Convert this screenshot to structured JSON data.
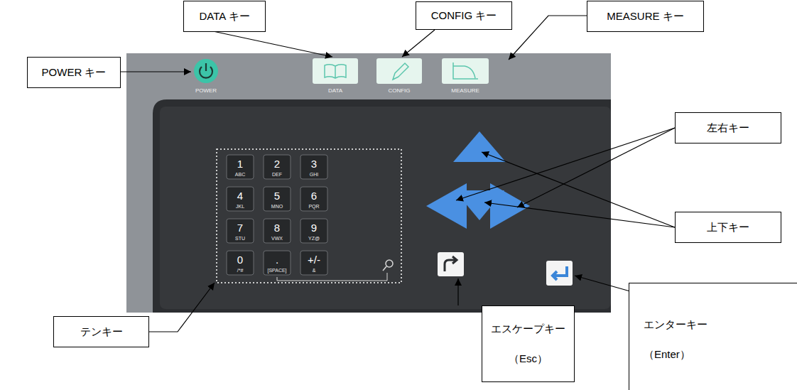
{
  "diagram": {
    "nodes": [
      {
        "text": [
          "DATA キー"
        ]
      },
      {
        "text": [
          "CONFIG キー"
        ]
      },
      {
        "text": [
          "MEASURE キー"
        ]
      },
      {
        "text": [
          "POWER キー"
        ]
      },
      {
        "text": [
          "左右キー"
        ]
      },
      {
        "text": [
          "上下キー"
        ]
      },
      {
        "text": [
          "テンキー"
        ]
      },
      {
        "text": [
          "エスケープキー （Esc）"
        ]
      },
      {
        "text": [
          "エンターキー （Enter）"
        ]
      }
    ],
    "labels": [
      "POWER",
      "DATA",
      "CONFIG",
      "MEASURE",
      "1",
      "ABC",
      "2",
      "DEF",
      "3",
      "GHI",
      "4",
      "JKL",
      "5",
      "MNO",
      "6",
      "PQR",
      "7",
      "STU",
      "8",
      "VWX",
      "9",
      "YZ@",
      "0",
      "/*#",
      ".",
      "[SPACE]",
      "+/-",
      "&"
    ]
  }
}
